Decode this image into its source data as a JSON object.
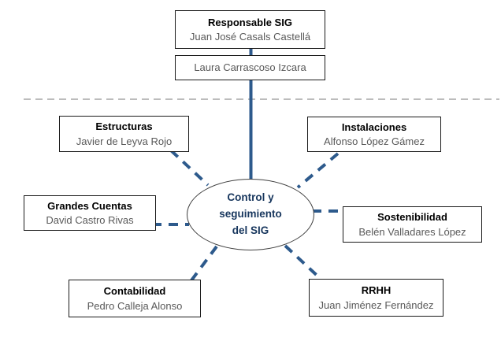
{
  "diagram": {
    "center": {
      "label": "Control y\nseguimiento\ndel SIG"
    },
    "top_box": {
      "title": "Responsable SIG",
      "person": "Juan José Casals Castellá"
    },
    "assistant_box": {
      "person": "Laura Carrascoso Izcara"
    },
    "nodes": [
      {
        "title": "Estructuras",
        "person": "Javier de Leyva Rojo"
      },
      {
        "title": "Instalaciones",
        "person": "Alfonso López Gámez"
      },
      {
        "title": "Grandes Cuentas",
        "person": "David Castro Rivas"
      },
      {
        "title": "Sostenibilidad",
        "person": "Belén Valladares López"
      },
      {
        "title": "Contabilidad",
        "person": "Pedro Calleja Alonso"
      },
      {
        "title": "RRHH",
        "person": "Juan Jiménez Fernández"
      }
    ]
  },
  "colors": {
    "connector": "#2d5a8c",
    "separator": "#a6a6a6",
    "box_border": "#1a1a1a",
    "title_text": "#000000",
    "person_text": "#595959",
    "center_text": "#17365d"
  }
}
